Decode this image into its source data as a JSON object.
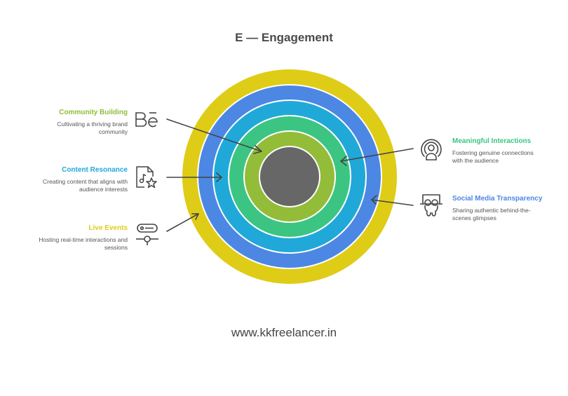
{
  "title": "E — Engagement",
  "footer": "www.kkfreelancer.in",
  "rings": [
    {
      "name": "outer-ring",
      "color": "#DFCC17"
    },
    {
      "name": "ring-2",
      "color": "#4C87E3"
    },
    {
      "name": "ring-3",
      "color": "#20A9D8"
    },
    {
      "name": "ring-4",
      "color": "#3CC582"
    },
    {
      "name": "ring-5",
      "color": "#93BC39"
    },
    {
      "name": "core",
      "color": "#676767"
    }
  ],
  "items": [
    {
      "key": "community",
      "title": "Community Building",
      "description": "Cultivating a thriving brand community",
      "color": "#93BC39",
      "icon": "behance-icon",
      "side": "left"
    },
    {
      "key": "content",
      "title": "Content Resonance",
      "description": "Creating content that aligns with audience interests",
      "color": "#20A9D8",
      "icon": "music-file-star-icon",
      "side": "left"
    },
    {
      "key": "live",
      "title": "Live Events",
      "description": "Hosting real-time interactions and sessions",
      "color": "#DFCC17",
      "icon": "toggle-timeline-icon",
      "side": "left"
    },
    {
      "key": "meaningful",
      "title": "Meaningful Interactions",
      "description": "Fostering genuine connections with the audience",
      "color": "#3CC582",
      "icon": "broadcast-user-icon",
      "side": "right"
    },
    {
      "key": "social",
      "title": "Social Media Transparency",
      "description": "Sharing authentic behind-the-scenes glimpses",
      "color": "#4C87E3",
      "icon": "slideshare-icon",
      "side": "right"
    }
  ]
}
